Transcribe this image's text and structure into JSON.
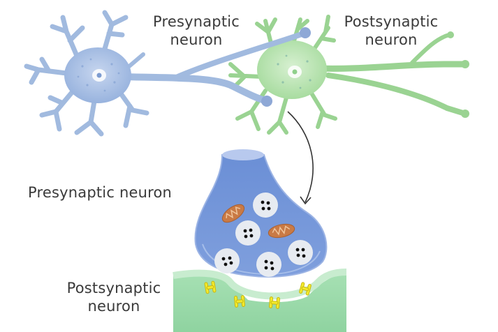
{
  "labels": {
    "presynaptic_top": [
      "Presynaptic",
      "neuron"
    ],
    "postsynaptic_top": [
      "Postsynaptic",
      "neuron"
    ],
    "presynaptic_mid": "Presynaptic neuron",
    "postsynaptic_bottom": [
      "Postsynaptic",
      "neuron"
    ]
  },
  "colors": {
    "presynaptic_fill": "#a7bfe2",
    "presynaptic_stroke": "#7d9cd0",
    "postsynaptic_fill": "#bfe3b8",
    "postsynaptic_stroke": "#8fd08b",
    "terminal_fill": "#7b9ad8",
    "vesicle_fill": "#e7ebf1",
    "mitochondria_fill": "#c97a45",
    "receptor_fill": "#f2ea2d",
    "membrane_green": "#9bd9a9"
  }
}
